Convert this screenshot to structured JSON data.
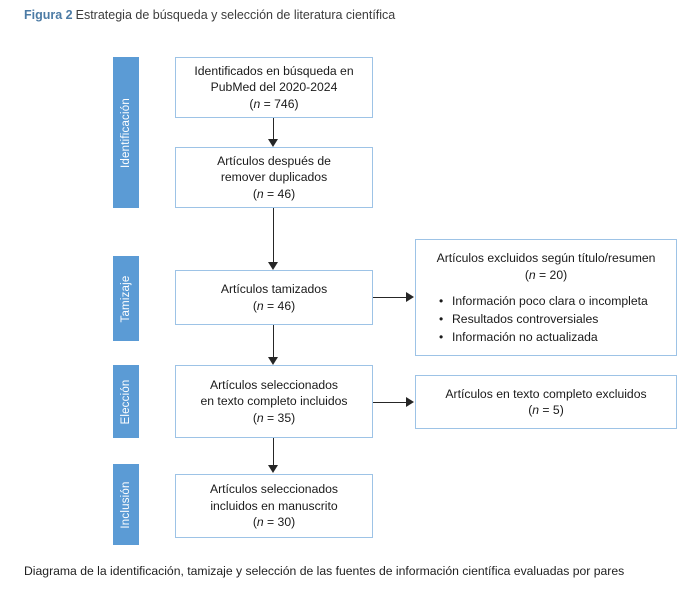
{
  "figure": {
    "label": "Figura 2",
    "title": "Estrategia de búsqueda y selección de literatura científica",
    "caption": "Diagrama de la identificación, tamizaje y selección de las fuentes de información científica evaluadas por pares",
    "accent_color": "#5b9bd5",
    "box_border_color": "#9dc3e6",
    "arrow_color": "#262626",
    "label_color": "#4c7ba5"
  },
  "stages": [
    {
      "name": "identificacion",
      "label": "Identificación"
    },
    {
      "name": "tamizaje",
      "label": "Tamizaje"
    },
    {
      "name": "eleccion",
      "label": "Elección"
    },
    {
      "name": "inclusion",
      "label": "Inclusión"
    }
  ],
  "boxes": {
    "identified": {
      "line1": "Identificados en búsqueda en",
      "line2": "PubMed del 2020-2024",
      "n_prefix": "(",
      "n_symbol": "n",
      "n_value": " = 746)"
    },
    "deduplicated": {
      "line1": "Artículos después de",
      "line2": "remover duplicados",
      "n_prefix": "(",
      "n_symbol": "n",
      "n_value": " = 46)"
    },
    "screened": {
      "line1": "Artículos tamizados",
      "line2": "",
      "n_prefix": "(",
      "n_symbol": "n",
      "n_value": " = 46)"
    },
    "fulltext_included": {
      "line1": "Artículos seleccionados",
      "line2": "en texto completo incluidos",
      "n_prefix": "(",
      "n_symbol": "n",
      "n_value": " = 35)"
    },
    "manuscript_included": {
      "line1": "Artículos seleccionados",
      "line2": "incluidos en manuscrito",
      "n_prefix": "(",
      "n_symbol": "n",
      "n_value": " = 30)"
    },
    "excluded_title_abstract": {
      "heading": "Artículos excluidos según título/resumen",
      "n_prefix": "(",
      "n_symbol": "n",
      "n_value": " = 20)",
      "reasons": [
        "Información poco clara o incompleta",
        "Resultados controversiales",
        "Información no actualizada"
      ]
    },
    "excluded_fulltext": {
      "line1": "Artículos en texto completo excluidos",
      "n_prefix": "(",
      "n_symbol": "n",
      "n_value": " = 5)"
    }
  }
}
